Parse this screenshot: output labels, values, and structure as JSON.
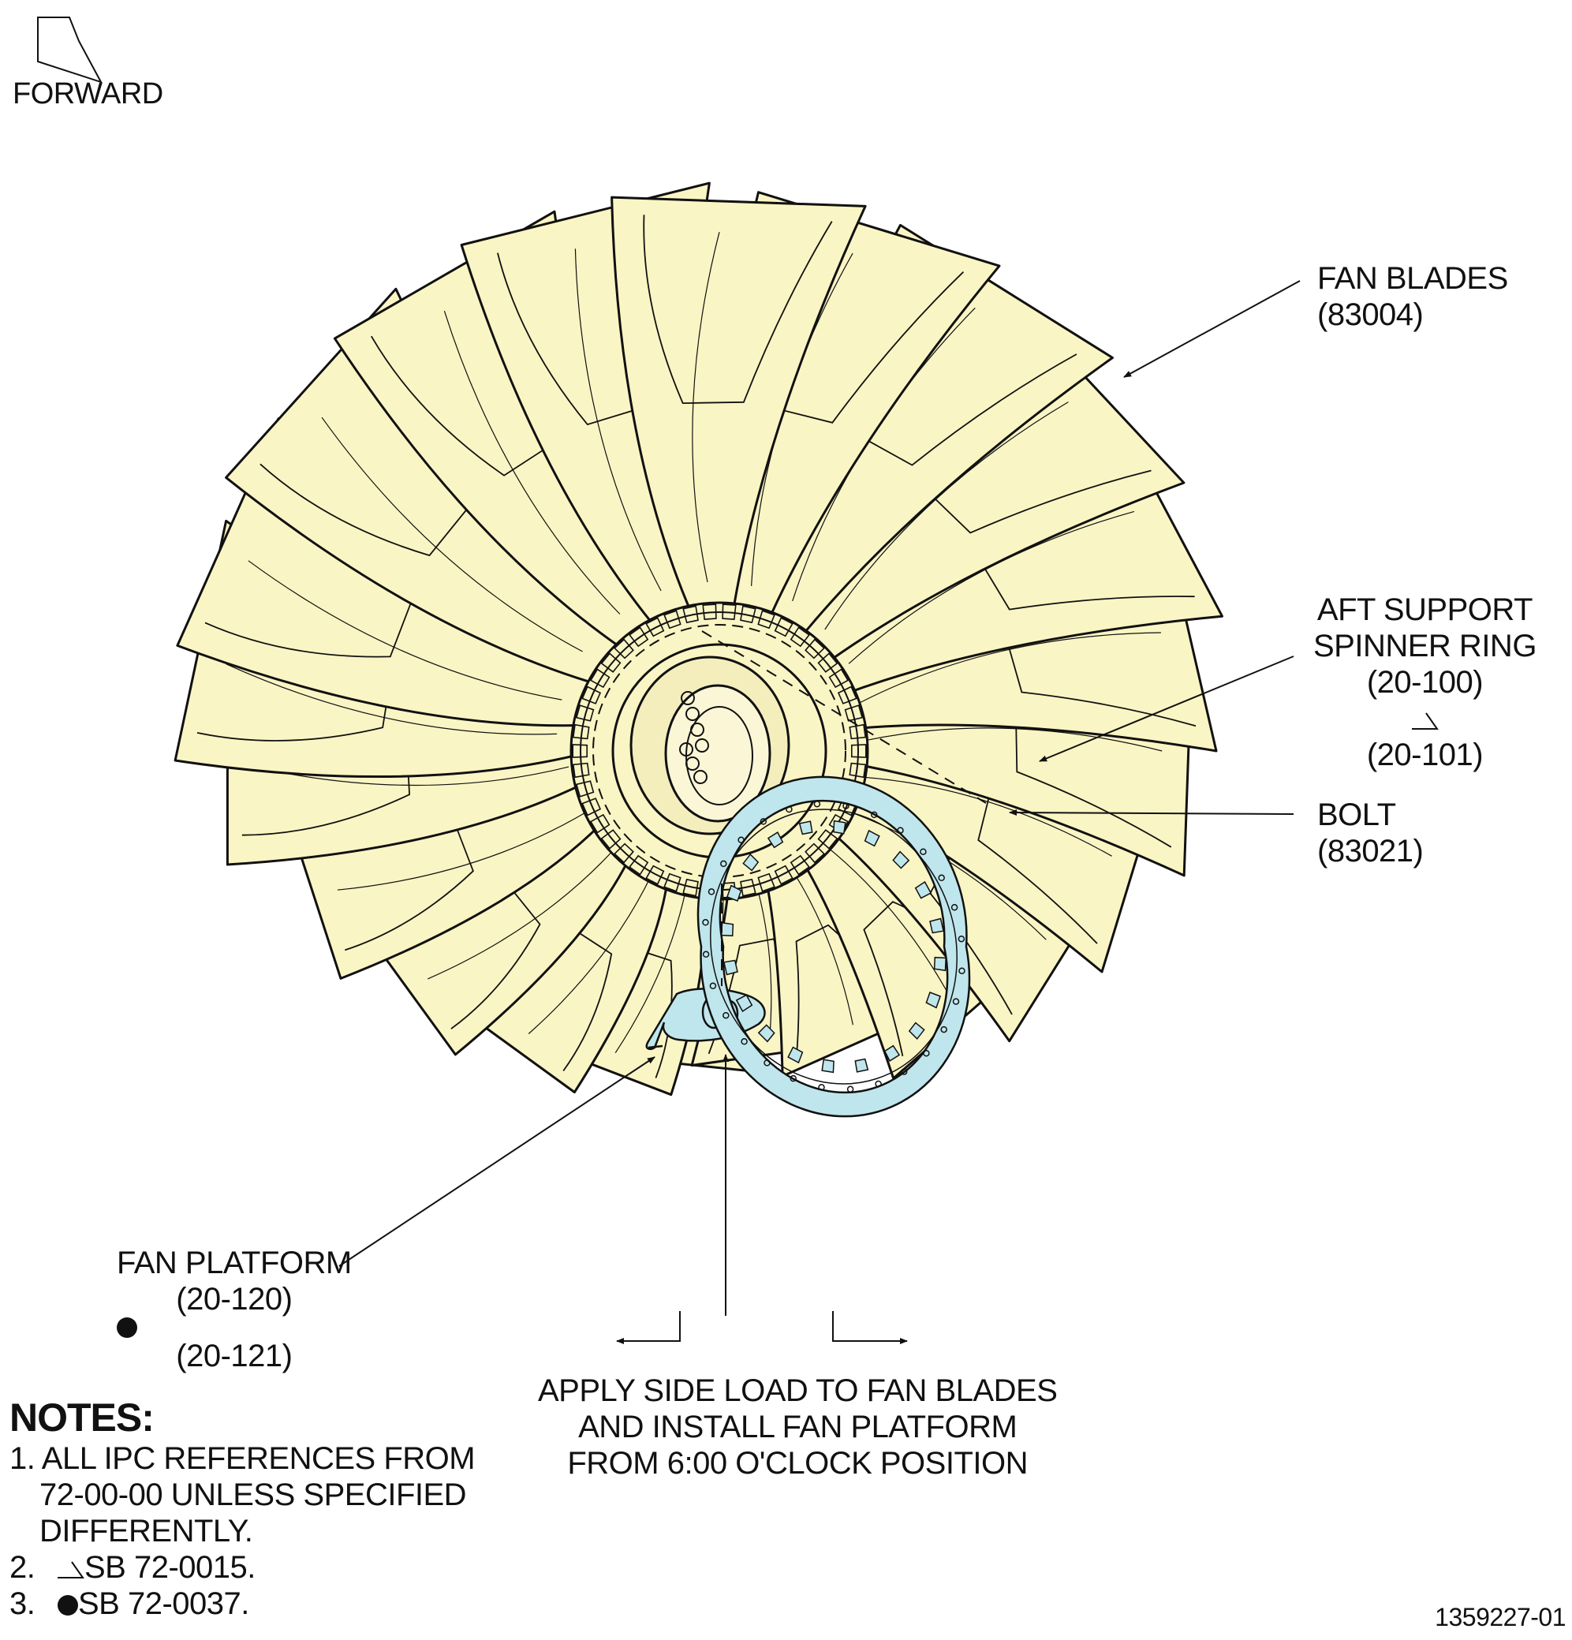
{
  "orientation": {
    "label": "FORWARD"
  },
  "callouts": {
    "fan_blades": {
      "name": "FAN BLADES",
      "ref": "(83004)"
    },
    "aft_support": {
      "line1": "AFT SUPPORT",
      "line2": "SPINNER RING",
      "ref1": "(20-100)",
      "ref2": "(20-101)"
    },
    "bolt": {
      "name": "BOLT",
      "ref": "(83021)"
    },
    "fan_platform": {
      "name": "FAN PLATFORM",
      "ref1": "(20-120)",
      "ref2": "(20-121)"
    },
    "instruction": {
      "line1": "APPLY SIDE LOAD TO FAN BLADES",
      "line2": "AND INSTALL FAN PLATFORM",
      "line3": "FROM 6:00 O'CLOCK POSITION"
    }
  },
  "notes": {
    "title": "NOTES:",
    "n1_num": "1.",
    "n1_line1": "ALL IPC REFERENCES FROM",
    "n1_line2": "72-00-00 UNLESS SPECIFIED",
    "n1_line3": "DIFFERENTLY.",
    "n2_num": "2.",
    "n2_text": "SB 72-0015.",
    "n3_num": "3.",
    "n3_text": "SB 72-0037."
  },
  "document_number": "1359227-01",
  "colors": {
    "blade_fill": "#faf5c4",
    "ring_fill": "#bfe6ec",
    "line": "#111111"
  }
}
